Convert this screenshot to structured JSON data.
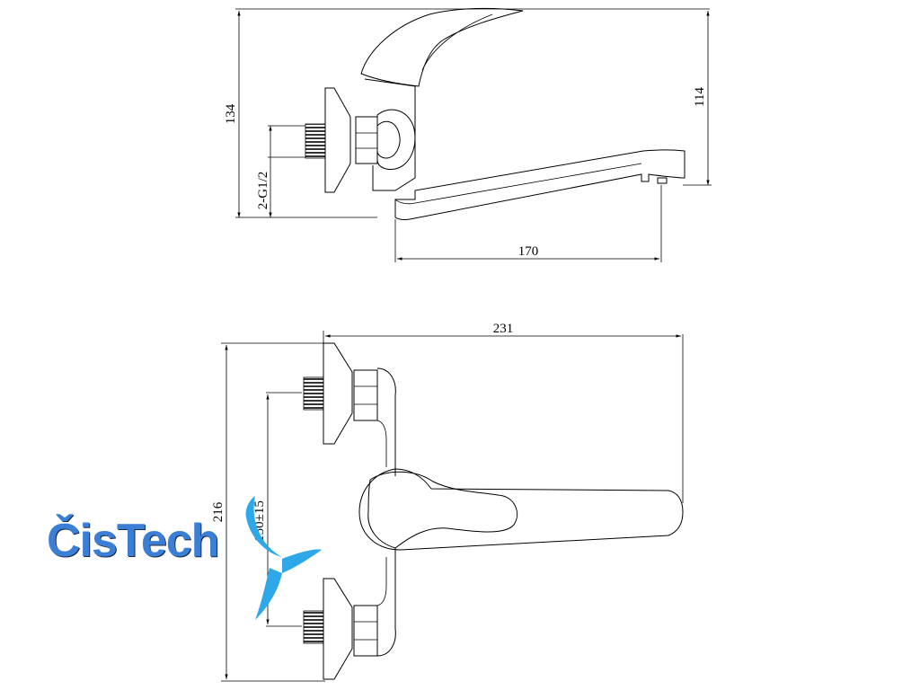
{
  "drawing": {
    "dimensions": {
      "height_total": "134",
      "height_spout": "114",
      "thread": "2-G1/2",
      "spout_reach": "170",
      "overall_length": "231",
      "overall_width": "216",
      "inlet_spacing": "150±15"
    },
    "colors": {
      "line": "#000000",
      "background": "#ffffff",
      "logo_blue": "#3a7fd5",
      "logo_accent": "#2ea8e8",
      "logo_dark": "#1d2a44"
    }
  },
  "logo": {
    "text": "ČisTech",
    "icon": "water-drop-wave-icon"
  }
}
